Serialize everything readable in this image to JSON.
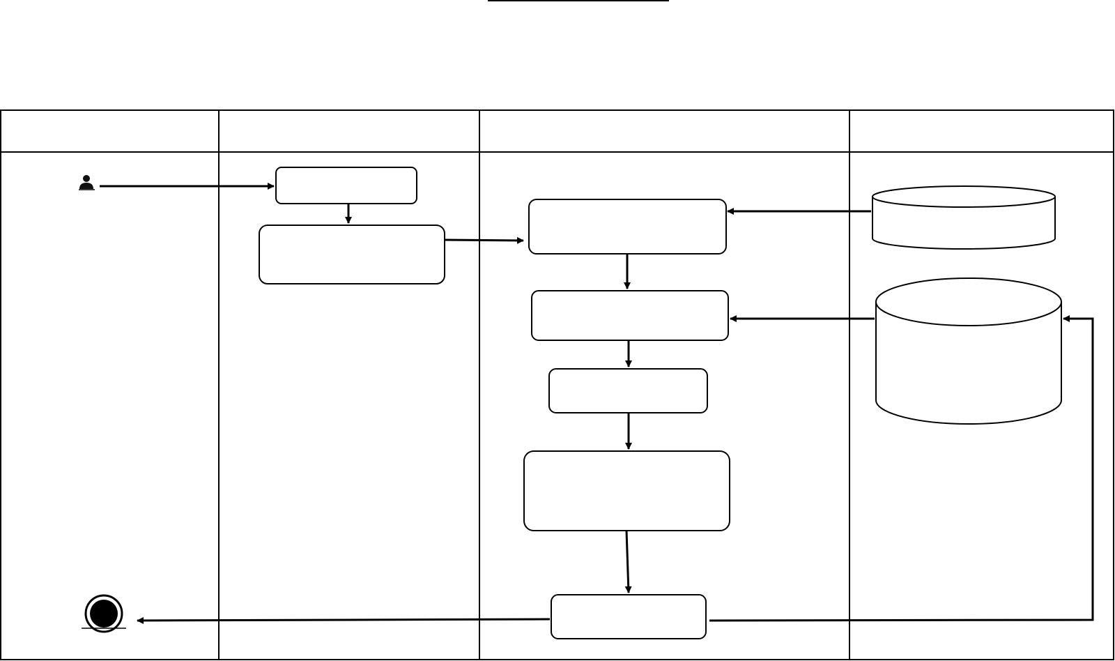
{
  "title": "",
  "swimlanes": [
    {
      "id": "lane-1",
      "label": ""
    },
    {
      "id": "lane-2",
      "label": ""
    },
    {
      "id": "lane-3",
      "label": ""
    },
    {
      "id": "lane-4",
      "label": ""
    }
  ],
  "nodes": {
    "start_actor": {
      "label": ""
    },
    "lane2_box1": {
      "label": ""
    },
    "lane2_box2": {
      "label": ""
    },
    "lane3_box1": {
      "label": ""
    },
    "lane3_box2": {
      "label": ""
    },
    "lane3_box3": {
      "label": ""
    },
    "lane3_box4": {
      "label": ""
    },
    "lane3_box5": {
      "label": ""
    },
    "db_small": {
      "label": ""
    },
    "db_large": {
      "label": ""
    },
    "end_node": {
      "label": ""
    }
  },
  "colors": {
    "line": "#000000",
    "background": "#ffffff"
  }
}
